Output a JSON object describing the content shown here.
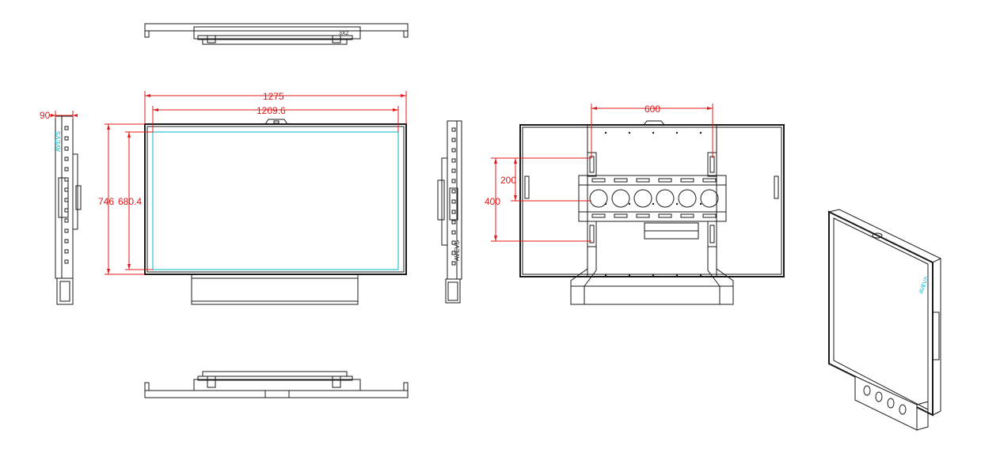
{
  "colors": {
    "line": "#1a1a1a",
    "dimension": "#e01a1a",
    "screen_area": "#00b4c8",
    "background": "#ffffff"
  },
  "dimensions": {
    "overall_width": "1275",
    "active_width": "1209.6",
    "depth": "90",
    "overall_height": "746",
    "active_height": "680.4",
    "vesa_horizontal": "600",
    "vesa_vertical_inner": "200",
    "vesa_vertical_outer": "400"
  }
}
